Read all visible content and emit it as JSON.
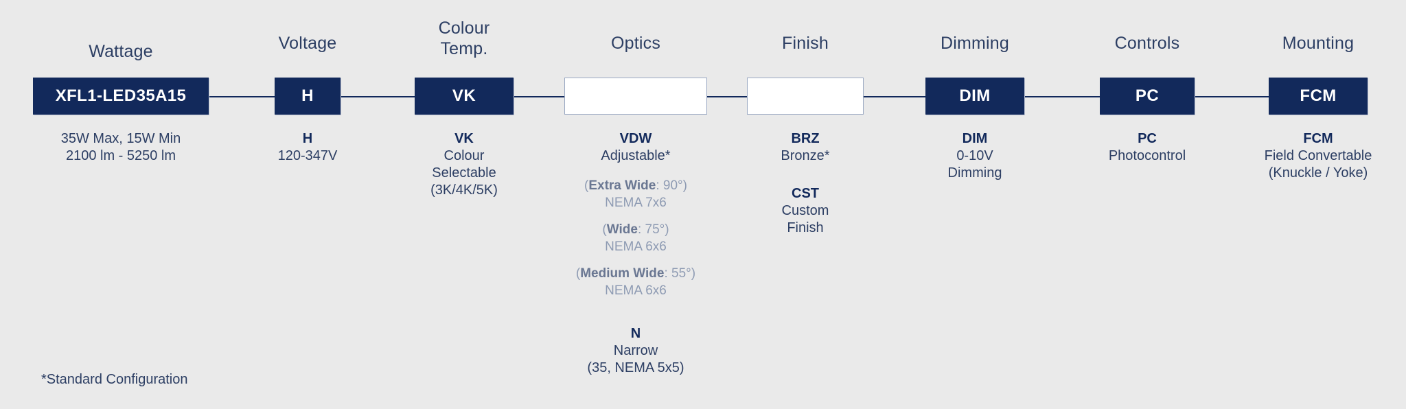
{
  "theme": {
    "background": "#eaeaea",
    "navy": "#12295b",
    "text": "#2c3e63",
    "muted": "#8e9bb3",
    "box_border": "#9aa8c2"
  },
  "footnote": "*Standard Configuration",
  "columns": [
    {
      "header": "Wattage",
      "box_code": "XFL1-LED35A15",
      "box_blank": false,
      "details": [
        {
          "code": "",
          "lines": [
            "35W Max, 15W Min",
            "2100 lm  - 5250 lm"
          ]
        }
      ],
      "optics": []
    },
    {
      "header": "Voltage",
      "box_code": "H",
      "box_blank": false,
      "details": [
        {
          "code": "H",
          "lines": [
            "120-347V"
          ]
        }
      ],
      "optics": []
    },
    {
      "header": "Colour Temp.",
      "box_code": "VK",
      "box_blank": false,
      "details": [
        {
          "code": "VK",
          "lines": [
            "Colour",
            "Selectable",
            "(3K/4K/5K)"
          ]
        }
      ],
      "optics": []
    },
    {
      "header": "Optics",
      "box_code": "",
      "box_blank": true,
      "details": [
        {
          "code": "VDW",
          "lines": [
            "Adjustable*"
          ]
        }
      ],
      "optics": [
        {
          "label": "Extra Wide",
          "angle": ": 90°)",
          "nema": "NEMA 7x6"
        },
        {
          "label": "Wide",
          "angle": ": 75°)",
          "nema": "NEMA 6x6"
        },
        {
          "label": "Medium Wide",
          "angle": ": 55°)",
          "nema": "NEMA 6x6"
        }
      ],
      "details2": [
        {
          "code": "N",
          "lines": [
            "Narrow",
            "(35, NEMA 5x5)"
          ]
        }
      ]
    },
    {
      "header": "Finish",
      "box_code": "",
      "box_blank": true,
      "details": [
        {
          "code": "BRZ",
          "lines": [
            "Bronze*"
          ]
        },
        {
          "code": "CST",
          "lines": [
            "Custom",
            "Finish"
          ]
        }
      ],
      "optics": []
    },
    {
      "header": "Dimming",
      "box_code": "DIM",
      "box_blank": false,
      "details": [
        {
          "code": "DIM",
          "lines": [
            "0-10V",
            "Dimming"
          ]
        }
      ],
      "optics": []
    },
    {
      "header": "Controls",
      "box_code": "PC",
      "box_blank": false,
      "details": [
        {
          "code": "PC",
          "lines": [
            "Photocontrol"
          ]
        }
      ],
      "optics": []
    },
    {
      "header": "Mounting",
      "box_code": "FCM",
      "box_blank": false,
      "details": [
        {
          "code": "FCM",
          "lines": [
            "Field Convertable",
            "(Knuckle / Yoke)"
          ]
        }
      ],
      "optics": []
    }
  ]
}
